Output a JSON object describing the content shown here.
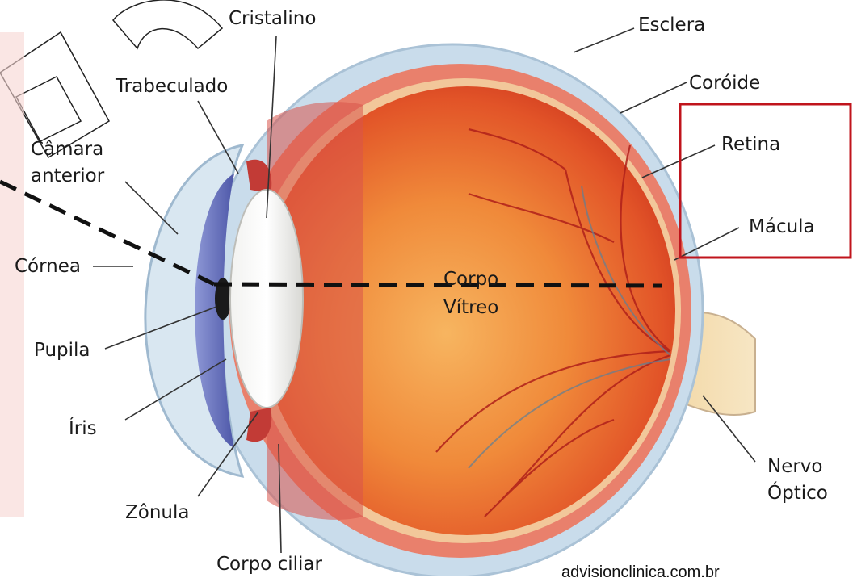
{
  "labels": {
    "cristalino": "Cristalino",
    "trabeculado": "Trabeculado",
    "camara_line1": "Câmara",
    "camara_line2": "anterior",
    "cornea": "Córnea",
    "pupila": "Pupila",
    "iris": "Íris",
    "zonula": "Zônula",
    "corpo_ciliar": "Corpo ciliar",
    "esclera": "Esclera",
    "coroide": "Coróide",
    "retina": "Retina",
    "macula": "Mácula",
    "corpo_vitreo_line1": "Corpo",
    "corpo_vitreo_line2": "Vítreo",
    "nervo_line1": "Nervo",
    "nervo_line2": "Óptico"
  },
  "footer": {
    "source": "advisionclinica.com.br"
  },
  "colors": {
    "highlight_box": "#c0141c",
    "sclera": "#c9dceb",
    "choroid": "#e77a6a",
    "vitreous": "#e8612e",
    "dashed_line": "#111111"
  }
}
